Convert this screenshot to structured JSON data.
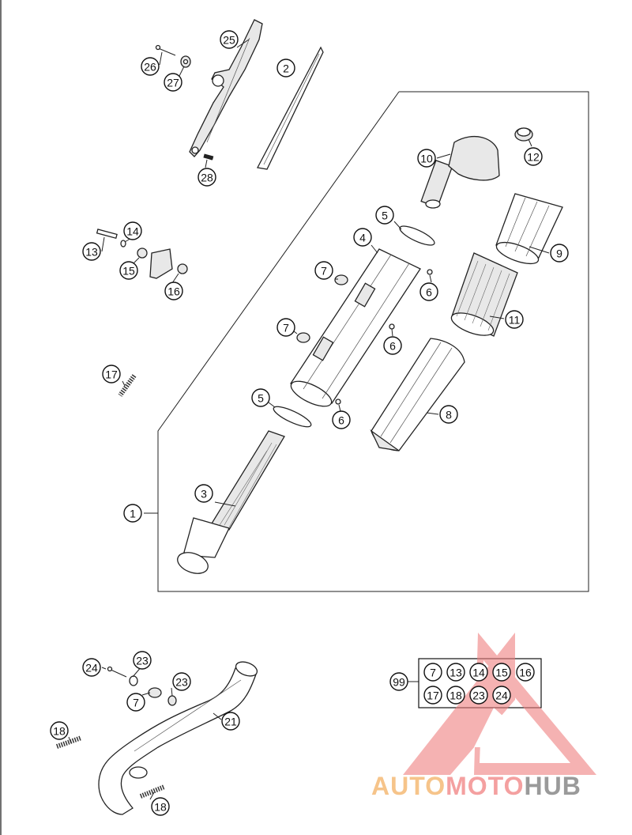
{
  "callouts": [
    {
      "id": "c1",
      "label": "1"
    },
    {
      "id": "c2",
      "label": "2"
    },
    {
      "id": "c3",
      "label": "3"
    },
    {
      "id": "c4",
      "label": "4"
    },
    {
      "id": "c5a",
      "label": "5"
    },
    {
      "id": "c5b",
      "label": "5"
    },
    {
      "id": "c6a",
      "label": "6"
    },
    {
      "id": "c6b",
      "label": "6"
    },
    {
      "id": "c6c",
      "label": "6"
    },
    {
      "id": "c7a",
      "label": "7"
    },
    {
      "id": "c7b",
      "label": "7"
    },
    {
      "id": "c7c",
      "label": "7"
    },
    {
      "id": "c8",
      "label": "8"
    },
    {
      "id": "c9",
      "label": "9"
    },
    {
      "id": "c10",
      "label": "10"
    },
    {
      "id": "c11",
      "label": "11"
    },
    {
      "id": "c12",
      "label": "12"
    },
    {
      "id": "c13",
      "label": "13"
    },
    {
      "id": "c14",
      "label": "14"
    },
    {
      "id": "c15",
      "label": "15"
    },
    {
      "id": "c16",
      "label": "16"
    },
    {
      "id": "c17",
      "label": "17"
    },
    {
      "id": "c18a",
      "label": "18"
    },
    {
      "id": "c18b",
      "label": "18"
    },
    {
      "id": "c21",
      "label": "21"
    },
    {
      "id": "c23a",
      "label": "23"
    },
    {
      "id": "c23b",
      "label": "23"
    },
    {
      "id": "c24",
      "label": "24"
    },
    {
      "id": "c25",
      "label": "25"
    },
    {
      "id": "c26",
      "label": "26"
    },
    {
      "id": "c27",
      "label": "27"
    },
    {
      "id": "c28",
      "label": "28"
    },
    {
      "id": "c99",
      "label": "99"
    }
  ],
  "kit_items": [
    {
      "id": "k7",
      "label": "7"
    },
    {
      "id": "k13",
      "label": "13"
    },
    {
      "id": "k14",
      "label": "14"
    },
    {
      "id": "k15",
      "label": "15"
    },
    {
      "id": "k16",
      "label": "16"
    },
    {
      "id": "k17",
      "label": "17"
    },
    {
      "id": "k18",
      "label": "18"
    },
    {
      "id": "k23",
      "label": "23"
    },
    {
      "id": "k24",
      "label": "24"
    }
  ],
  "watermark": {
    "part1": "AUTO",
    "part2": "MOTO",
    "part3": "HUB",
    "colors": {
      "auto": "#f6c48a",
      "moto": "#f4a0a0",
      "hub": "#9a9a9a",
      "triangle": "#f08080"
    }
  }
}
